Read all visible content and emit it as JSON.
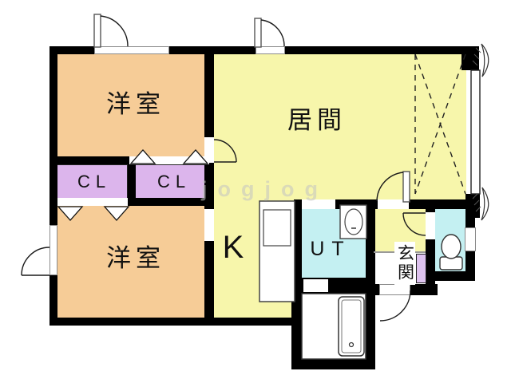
{
  "plan": {
    "type": "apartment-floor-plan",
    "rooms": {
      "western_room_top": {
        "label": "洋室"
      },
      "western_room_bottom": {
        "label": "洋室"
      },
      "living_room": {
        "label": "居間"
      },
      "kitchen": {
        "label": "K"
      },
      "closet_left": {
        "label": "CL"
      },
      "closet_right": {
        "label": "CL"
      },
      "utility": {
        "label": "UT"
      },
      "entrance": {
        "label": "玄関"
      }
    },
    "fixtures": [
      "kitchen-counter-with-sink",
      "utility-sink",
      "toilet",
      "bathtub",
      "sliding-window",
      "balcony-dashed-area"
    ],
    "colors": {
      "western_room": "#f6cc97",
      "living_kitchen": "#f7f6ab",
      "hallway": "#f7f6ab",
      "closet": "#dcb5ec",
      "shoe_cabinet": "#ddc2ee",
      "utility": "#c4f0f2",
      "toilet_room": "#c4f0f2",
      "wall": "#000000"
    }
  },
  "watermark": {
    "text": "jogjog"
  }
}
